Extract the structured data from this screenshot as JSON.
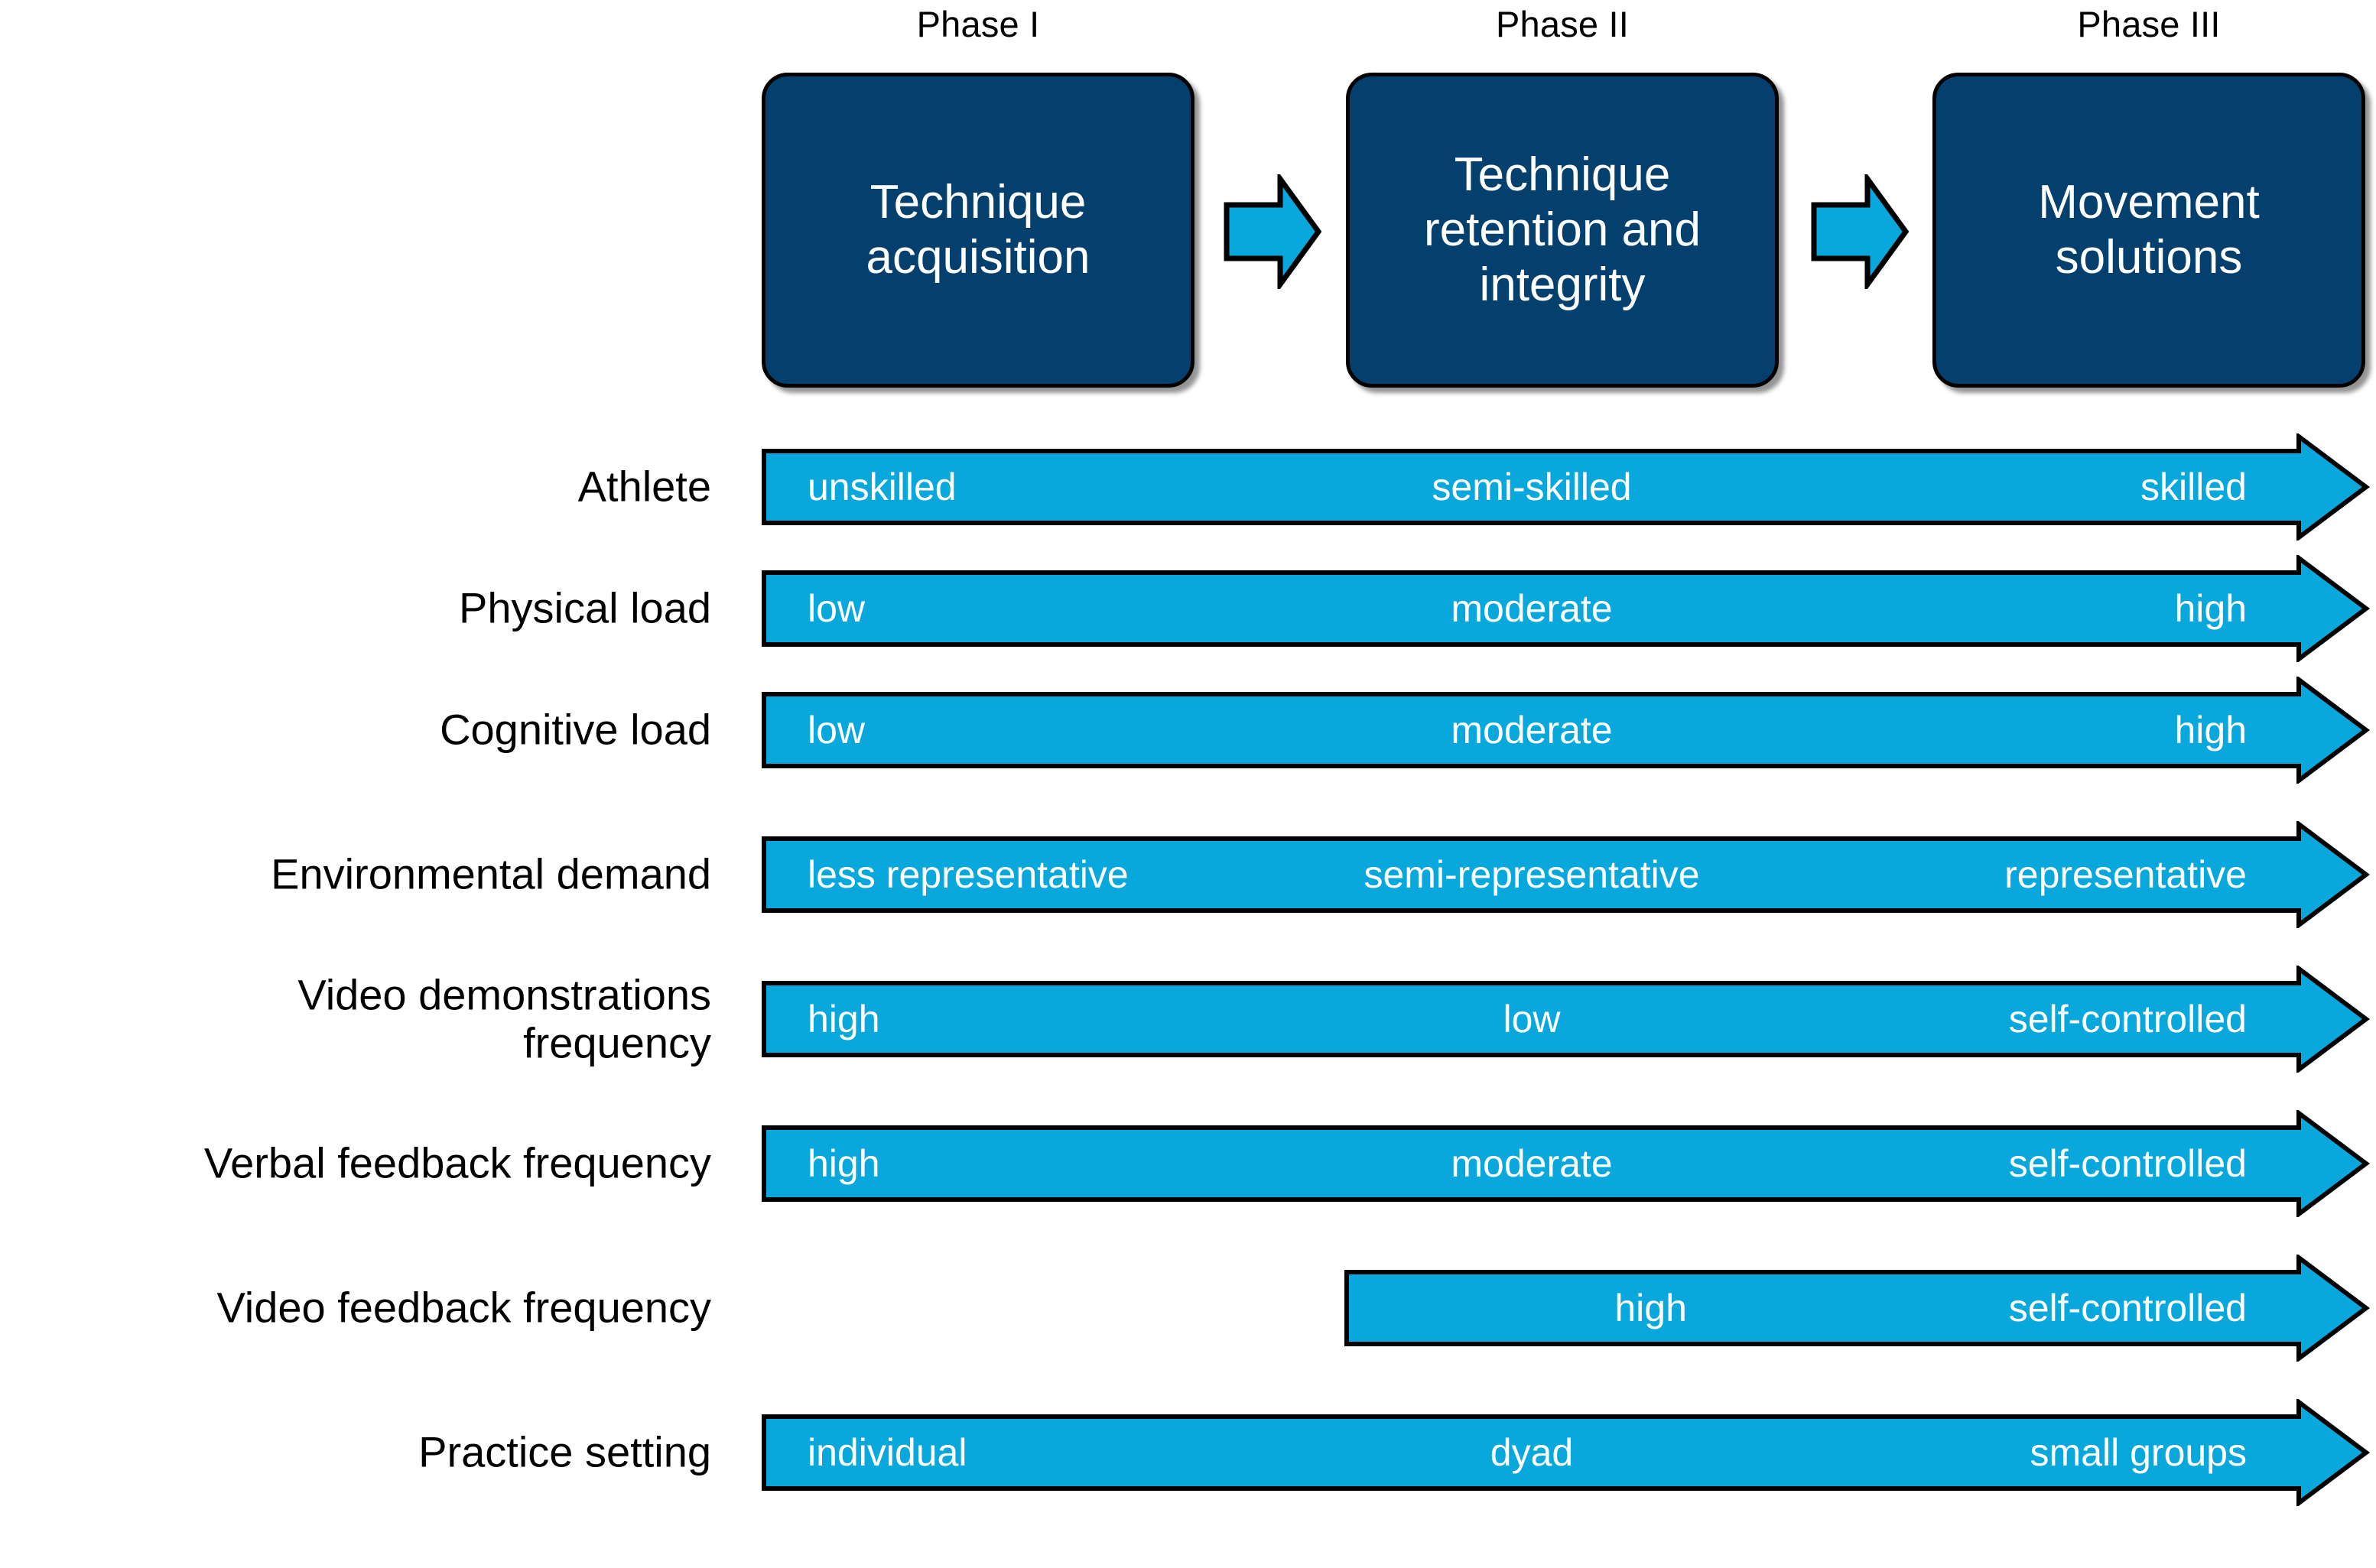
{
  "phases": [
    {
      "caption": "Phase I",
      "title": "Technique\nacquisition"
    },
    {
      "caption": "Phase II",
      "title": "Technique\nretention and\nintegrity"
    },
    {
      "caption": "Phase III",
      "title": "Movement\nsolutions"
    }
  ],
  "connectors": [
    {
      "name": "arrow-phase1-to-phase2"
    },
    {
      "name": "arrow-phase2-to-phase3"
    }
  ],
  "rows": [
    {
      "label": "Athlete",
      "values": [
        "unskilled",
        "semi-skilled",
        "skilled"
      ],
      "starts_at_phase": 1
    },
    {
      "label": "Physical load",
      "values": [
        "low",
        "moderate",
        "high"
      ],
      "starts_at_phase": 1
    },
    {
      "label": "Cognitive load",
      "values": [
        "low",
        "moderate",
        "high"
      ],
      "starts_at_phase": 1
    },
    {
      "label": "Environmental demand",
      "values": [
        "less representative",
        "semi-representative",
        "representative"
      ],
      "starts_at_phase": 1
    },
    {
      "label": "Video demonstrations\nfrequency",
      "values": [
        "high",
        "low",
        "self-controlled"
      ],
      "starts_at_phase": 1
    },
    {
      "label": "Verbal feedback frequency",
      "values": [
        "high",
        "moderate",
        "self-controlled"
      ],
      "starts_at_phase": 1
    },
    {
      "label": "Video feedback frequency",
      "values": [
        "",
        "high",
        "self-controlled"
      ],
      "starts_at_phase": 2
    },
    {
      "label": "Practice setting",
      "values": [
        "individual",
        "dyad",
        "small groups"
      ],
      "starts_at_phase": 1
    }
  ],
  "colors": {
    "phase_box_fill": "#04406E",
    "bar_fill": "#09A8DC",
    "outline": "#000000",
    "label_text": "#000000",
    "value_text": "#FFFFFF",
    "background": "#FFFFFF"
  }
}
